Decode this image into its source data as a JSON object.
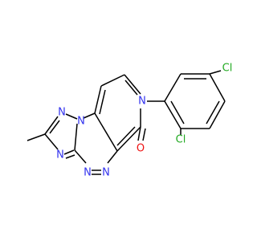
{
  "molecule": {
    "atoms": {
      "n1": "N",
      "n2": "N",
      "n3": "N",
      "n4": "N",
      "n5": "N",
      "n6": "N",
      "o1": "O",
      "cl1": "Cl",
      "cl2": "Cl"
    }
  }
}
